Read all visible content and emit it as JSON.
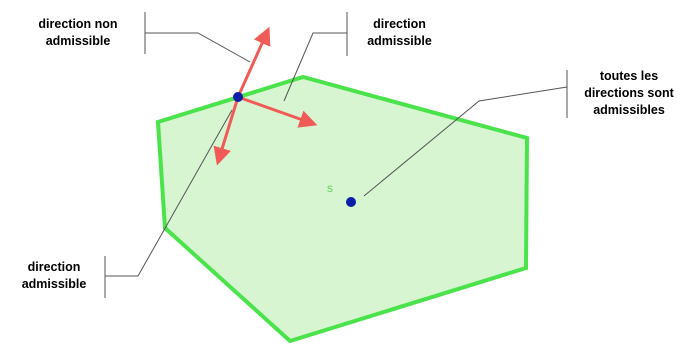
{
  "callouts": {
    "top_left": {
      "line1": "direction non",
      "line2": "admissible"
    },
    "top_mid": {
      "line1": "direction",
      "line2": "admissible"
    },
    "right": {
      "line1": "toutes les",
      "line2": "directions sont",
      "line3": "admissibles"
    },
    "bottom_left": {
      "line1": "direction",
      "line2": "admissible"
    }
  },
  "point_label": "s",
  "colors": {
    "region_fill": "#d6f5d0",
    "region_stroke": "#4be34b",
    "arrow": "#f05a57",
    "point": "#0a1ea8",
    "leader_line": "#555555"
  }
}
